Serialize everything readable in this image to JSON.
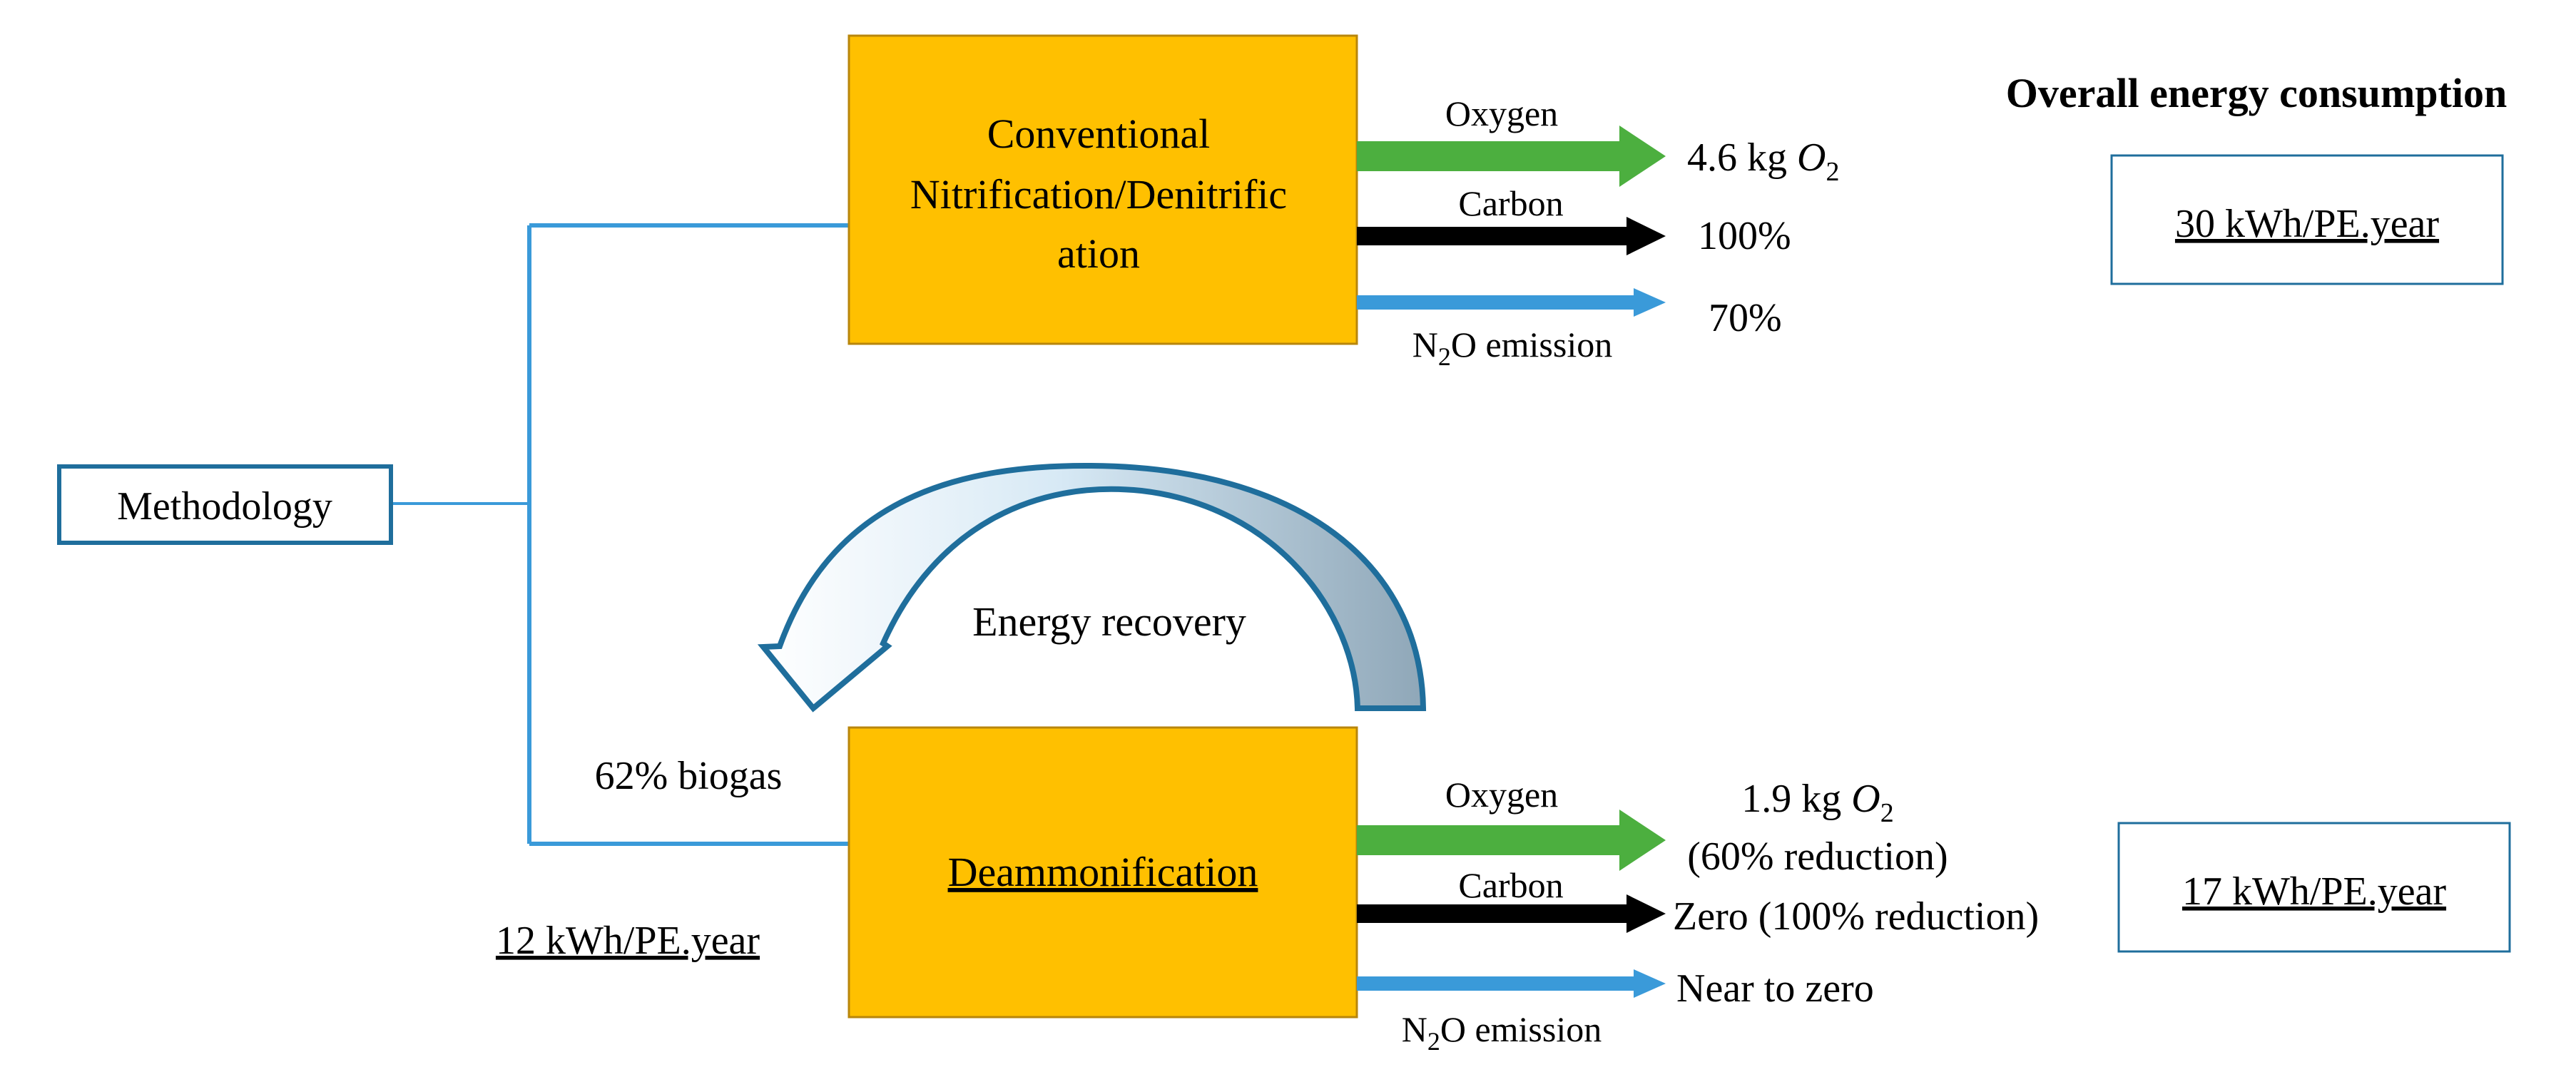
{
  "colors": {
    "process_box_fill": "#FFC000",
    "process_box_stroke": "#B8860B",
    "connector": "#3A9AD9",
    "oxygen_arrow": "#4CAF3F",
    "carbon_arrow": "#000000",
    "n2o_arrow": "#3A9AD9",
    "box_border": "#1F6E9C",
    "recovery_arrow_stroke": "#1F6E9C"
  },
  "methodology": {
    "label": "Methodology"
  },
  "overall": {
    "heading": "Overall energy consumption",
    "conventional_value": "30 kWh/PE.year",
    "deammonification_value": "17 kWh/PE.year"
  },
  "conventional": {
    "title_lines": [
      "Conventional",
      "Nitrification/Denitrific",
      "ation"
    ],
    "oxygen_label": "Oxygen",
    "oxygen_value_prefix": "4.6 kg ",
    "oxygen_value_var": "O",
    "oxygen_value_sub": "2",
    "carbon_label": "Carbon",
    "carbon_value": "100%",
    "n2o_label_prefix": "N",
    "n2o_label_sub": "2",
    "n2o_label_suffix": "O emission",
    "n2o_value": "70%"
  },
  "deammonification": {
    "title": "Deammonification",
    "biogas": "62% biogas",
    "energy_left": "12 kWh/PE.year",
    "oxygen_label": "Oxygen",
    "oxygen_value_prefix": "1.9 kg ",
    "oxygen_value_var": "O",
    "oxygen_value_sub": "2",
    "oxygen_reduction": "(60% reduction)",
    "carbon_label": "Carbon",
    "carbon_value": "Zero (100% reduction)",
    "n2o_label_prefix": "N",
    "n2o_label_sub": "2",
    "n2o_label_suffix": "O emission",
    "n2o_value": "Near to zero"
  },
  "energy_recovery": {
    "label": "Energy recovery"
  }
}
